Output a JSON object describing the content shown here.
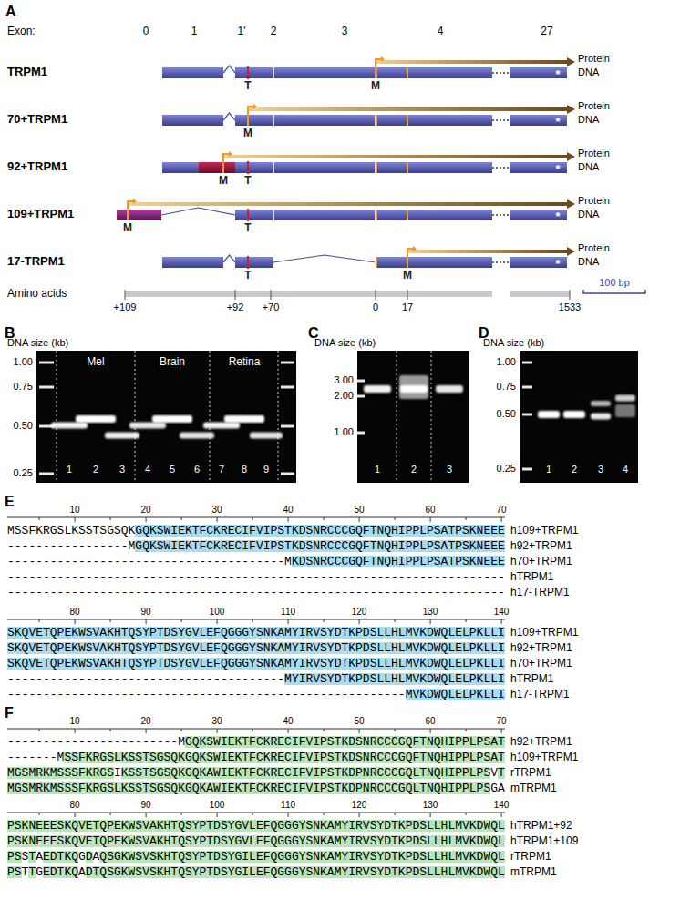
{
  "diagram": {
    "nodes": [
      {
        "text": [
          "Mel",
          "Brain",
          "Retina",
          "1",
          "2",
          "3",
          "4",
          "5",
          "6",
          "7",
          "8",
          "9"
        ]
      },
      {
        "text": [
          "1",
          "2",
          "3"
        ]
      },
      {
        "text": [
          "1",
          "2",
          "3",
          "4"
        ]
      }
    ],
    "labels": [
      "A",
      "Exon:",
      "0",
      "1",
      "1'",
      "2",
      "3",
      "4",
      "27",
      "TRPM1",
      "Protein",
      "DNA",
      "*",
      "T",
      "M",
      "70+TRPM1",
      "Protein",
      "DNA",
      "*",
      "M",
      "92+TRPM1",
      "Protein",
      "DNA",
      "*",
      "M",
      "T",
      "109+TRPM1",
      "Protein",
      "DNA",
      "*",
      "M",
      "T",
      "17-TRPM1",
      "Protein",
      "DNA",
      "*",
      "T",
      "M",
      "Amino acids",
      "+109",
      "+92",
      "+70",
      "0",
      "17",
      "1533",
      "100 bp",
      "B",
      "DNA size (kb)",
      "1.00",
      "0.75",
      "0.50",
      "0.25",
      "C",
      "DNA size (kb)",
      "3.00",
      "2.00",
      "1.00",
      "D",
      "DNA size (kb)",
      "1.00",
      "0.75",
      "0.50",
      "0.25",
      "E",
      "10",
      "20",
      "30",
      "40",
      "50",
      "60",
      "70",
      "MSSFKRGSLKSSTSGSQKGQKSWIEKTFCKRECIFVIPSTKDSNRCCCGQFTNQHIPPLPSATPSKNEEE",
      "h109+TRPM1",
      "-----------------MGQKSWIEKTFCKRECIFVIPSTKDSNRCCCGQFTNQHIPPLPSATPSKNEEE",
      "h92+TRPM1",
      "---------------------------------------MKDSNRCCCGQFTNQHIPPLPSATPSKNEEE",
      "h70+TRPM1",
      "----------------------------------------------------------------------",
      "hTRPM1",
      "----------------------------------------------------------------------",
      "h17-TRPM1",
      "80",
      "90",
      "100",
      "110",
      "120",
      "130",
      "140",
      "SKQVETQPEKWSVAKHTQSYPTDSYGVLEFQGGGYSNKAMYIRVSYDTKPDSLLHLMVKDWQLELPKLLI",
      "h109+TRPM1",
      "SKQVETQPEKWSVAKHTQSYPTDSYGVLEFQGGGYSNKAMYIRVSYDTKPDSLLHLMVKDWQLELPKLLI",
      "h92+TRPM1",
      "SKQVETQPEKWSVAKHTQSYPTDSYGVLEFQGGGYSNKAMYIRVSYDTKPDSLLHLMVKDWQLELPKLLI",
      "h70+TRPM1",
      "---------------------------------------MYIRVSYDTKPDSLLHLMVKDWQLELPKLLI",
      "hTRPM1",
      "--------------------------------------------------------MVKDWQLELPKLLI",
      "h17-TRPM1",
      "F",
      "10",
      "20",
      "30",
      "40",
      "50",
      "60",
      "70",
      "------------------------MGQKSWIEKTFCKRECIFVIPSTKDSNRCCCGQFTNQHIPPLPSAT",
      "h92+TRPM1",
      "-------MSSFKRGSLKSSTSGSQKGQKSWIEKTFCKRECIFVIPSTKDSNRCCCGQFTNQHIPPLPSAT",
      "h109+TRPM1",
      "MGSMRKMSSSFKRGSIKSSTSGSQKGQKAWIEKTFCKRECIFVIPSTKDPNRCCCGQLTNQHIPPLPSVT",
      "rTRPM1",
      "MGSMRKMSSSFKRGSLKSSTSGSQKGQKAWIEKTFCKRECIFVIPSTKDPNRCCCGQLTNQHIPPLPSGA",
      "mTRPM1",
      "80",
      "90",
      "100",
      "110",
      "120",
      "130",
      "140",
      "PSKNEEESKQVETQPEKWSVAKHTQSYPTDSYGVLEFQGGGYSNKAMYIRVSYDTKPDSLLHLMVKDWQL",
      "hTRPM1+92",
      "PSKNEEESKQVETQPEKWSVAKHTQSYPTDSYGVLEFQGGGYSNKAMYIRVSYDTKPDSLLHLMVKDWQL",
      "hTRPM1+109",
      "PSSTAEDTKQGDAQSGKWSVSKHTQSYPTDSYGILEFQGGGYSNKAMYIRVSYDTKPDSLLHLMVKDWQL",
      "rTRPM1",
      "PSTTGEDTKQADTQSGKWSVSKHTQSYPTDSYGILEFQGGGYSNKAMYIRVSYDTKPDSLLHLMVKDWQL",
      "mTRPM1"
    ]
  }
}
